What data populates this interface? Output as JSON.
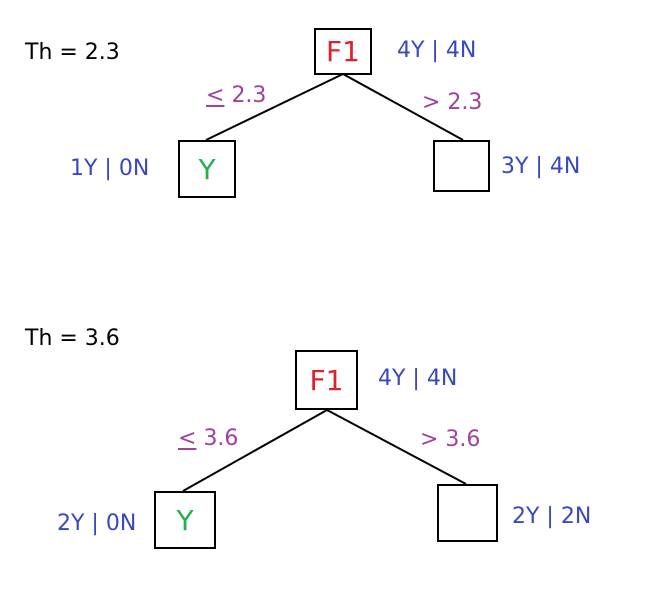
{
  "colors": {
    "feature": "#e0202c",
    "counts": "#3a48c0",
    "edges": "#a040a0",
    "prediction": "#22b24c",
    "ink": "#000000"
  },
  "trees": [
    {
      "threshold_label": "Th = 2.3",
      "root": {
        "feature": "F1",
        "counts": "4Y | 4N"
      },
      "left_edge": {
        "symbol": "<",
        "value": "2.3"
      },
      "right_edge": {
        "label": "> 2.3"
      },
      "left_leaf": {
        "prediction": "Y",
        "counts": "1Y | 0N"
      },
      "right_leaf": {
        "prediction": "",
        "counts": "3Y | 4N"
      }
    },
    {
      "threshold_label": "Th = 3.6",
      "root": {
        "feature": "F1",
        "counts": "4Y | 4N"
      },
      "left_edge": {
        "symbol": "<",
        "value": "3.6"
      },
      "right_edge": {
        "label": "> 3.6"
      },
      "left_leaf": {
        "prediction": "Y",
        "counts": "2Y | 0N"
      },
      "right_leaf": {
        "prediction": "",
        "counts": "2Y | 2N"
      }
    }
  ]
}
